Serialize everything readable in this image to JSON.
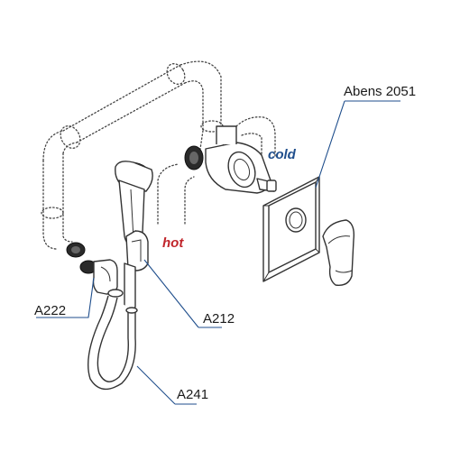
{
  "labels": {
    "abens": "Abens 2051",
    "a222": "A222",
    "a212": "A212",
    "a241": "A241",
    "hot": "hot",
    "cold": "cold"
  },
  "colors": {
    "hot": "#c0252b",
    "cold": "#1f4e8c",
    "leader": "#1f4e8c",
    "line": "#333333"
  }
}
